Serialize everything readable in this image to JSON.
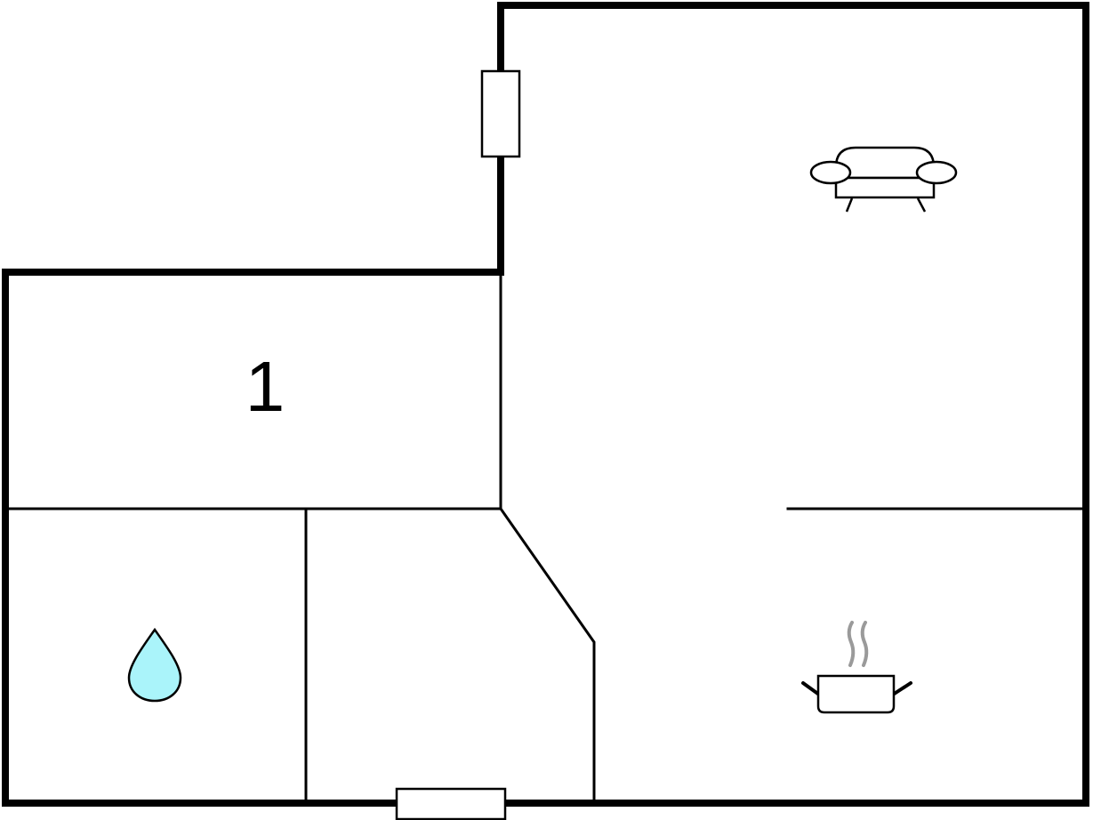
{
  "rooms": [
    {
      "id": "bedroom",
      "label": "1"
    },
    {
      "id": "bathroom",
      "label": ""
    },
    {
      "id": "hall",
      "label": ""
    },
    {
      "id": "living-room",
      "label": ""
    },
    {
      "id": "kitchen",
      "label": ""
    }
  ],
  "icons": {
    "living_room": "sofa-icon",
    "bathroom": "water-drop-icon",
    "kitchen": "cooking-pot-icon"
  },
  "colors": {
    "wall": "#000000",
    "background": "#ffffff",
    "water_drop_fill": "#aaf4fa",
    "steam": "#9a9a9a"
  }
}
